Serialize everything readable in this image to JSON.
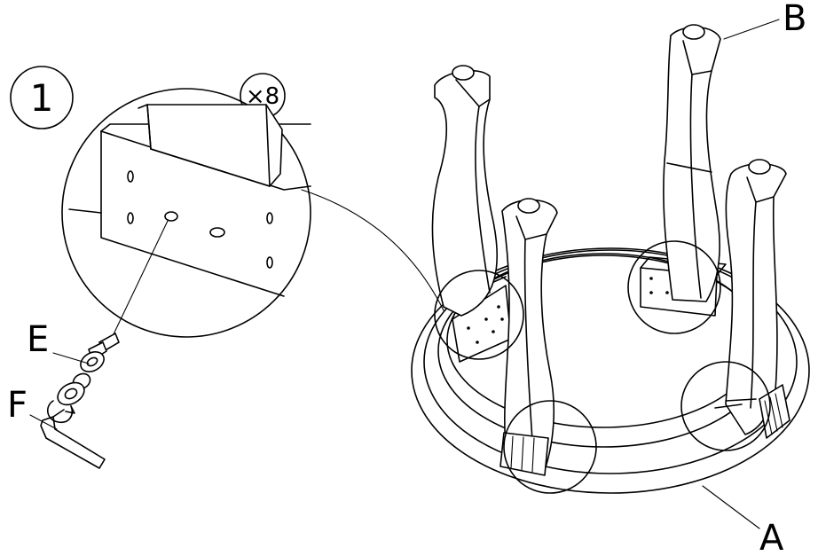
{
  "step": {
    "number": "1",
    "quantity": "×8"
  },
  "labels": {
    "a": "A",
    "b": "B",
    "e": "E",
    "f": "F"
  },
  "parts": [
    {
      "id": "A",
      "name": "round-table-top"
    },
    {
      "id": "B",
      "name": "table-leg-foot"
    },
    {
      "id": "E",
      "name": "bolt-with-washer"
    },
    {
      "id": "F",
      "name": "allen-key"
    }
  ]
}
